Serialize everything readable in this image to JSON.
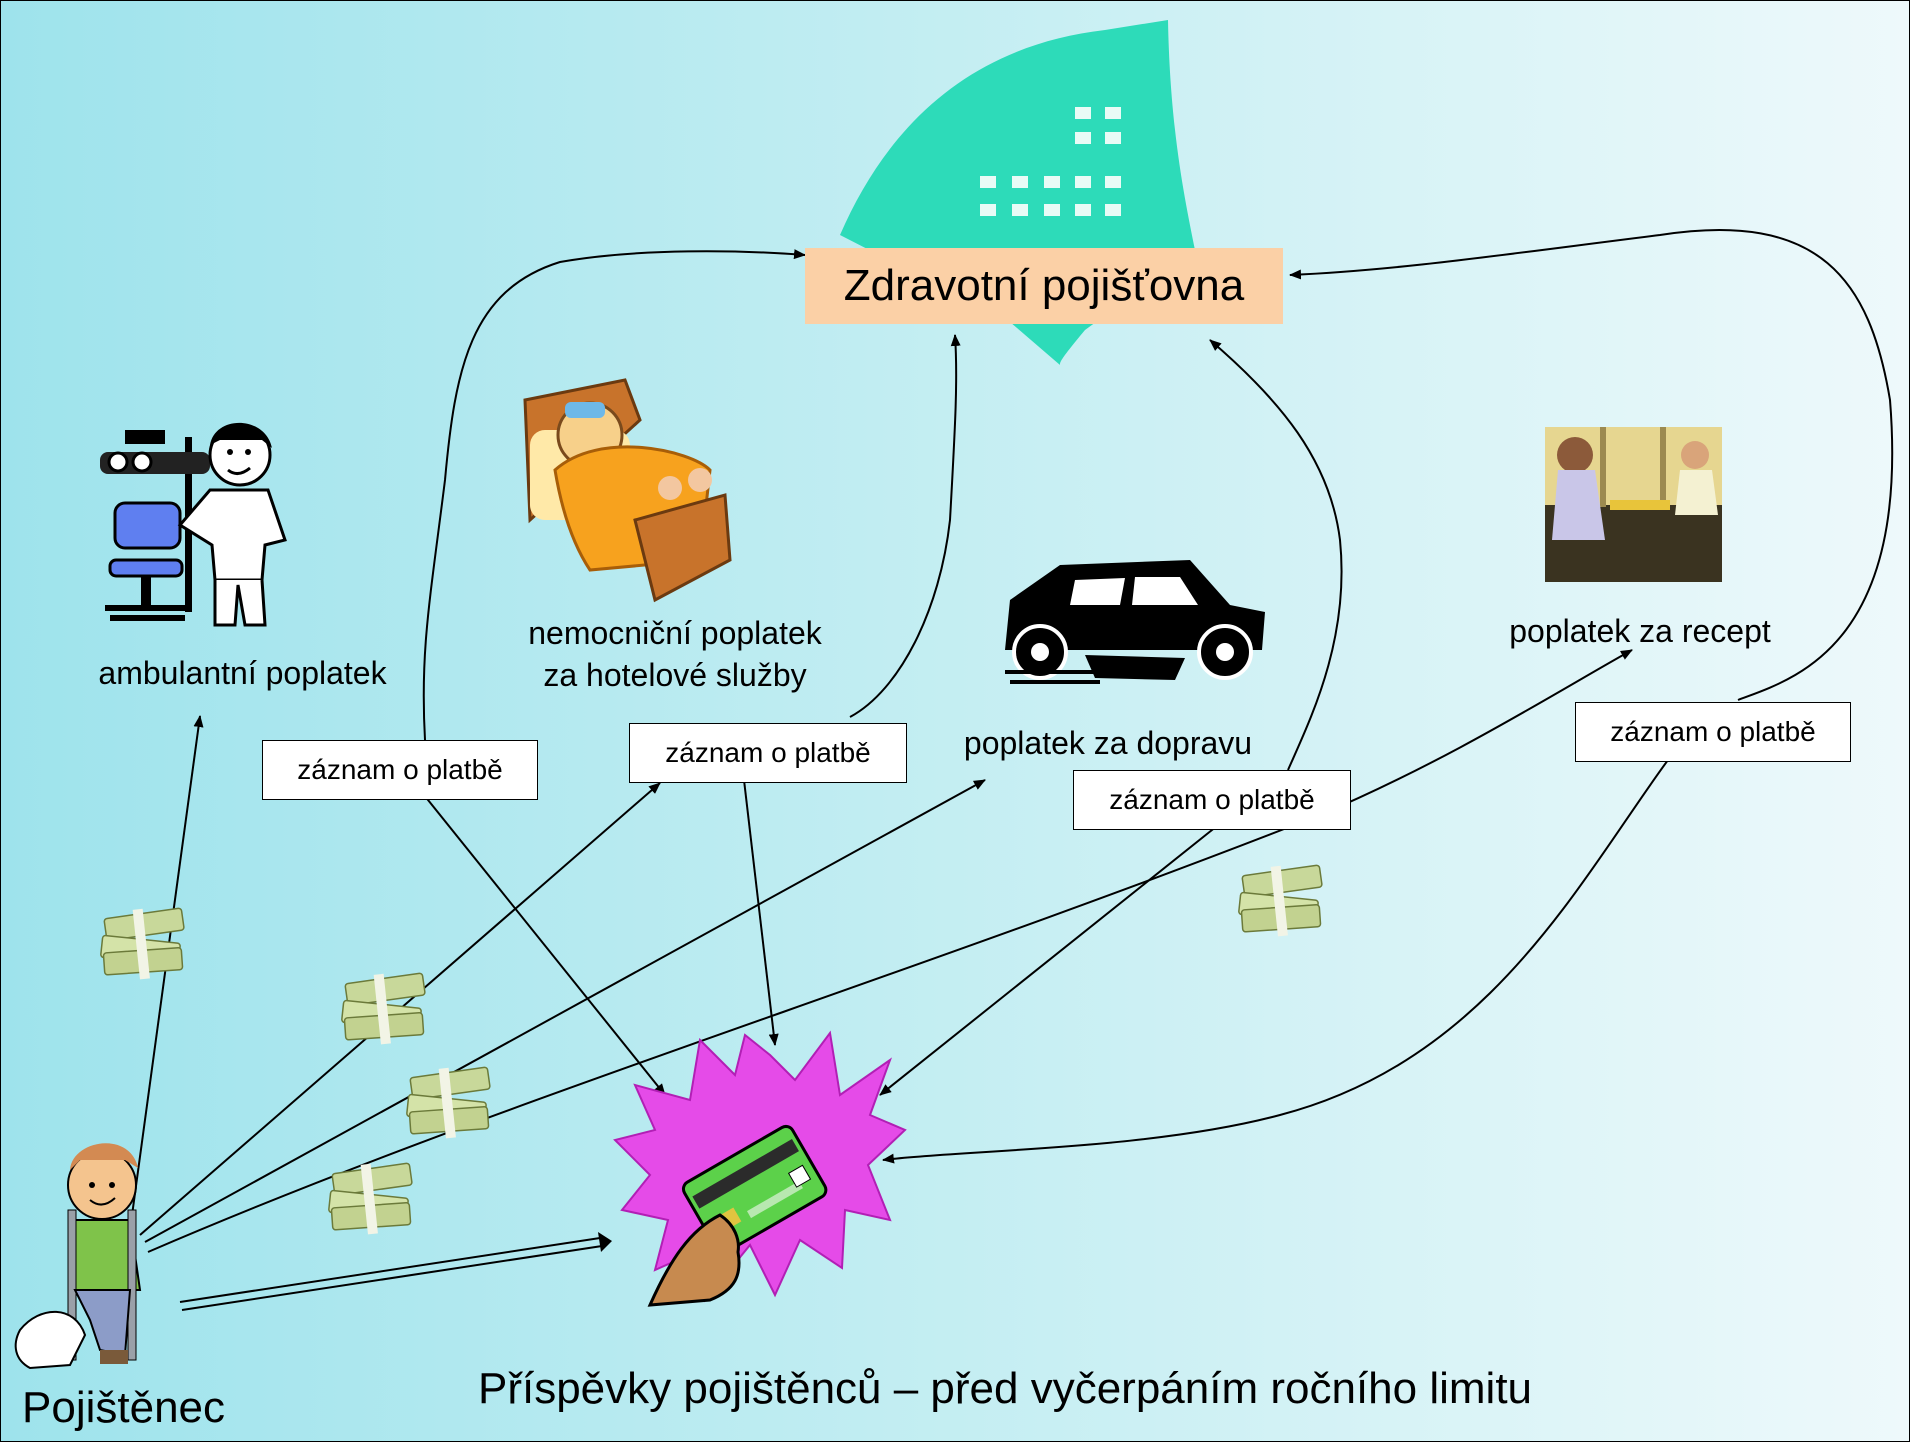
{
  "insurer": {
    "label": "Zdravotní pojišťovna"
  },
  "fees": {
    "ambulant": "ambulantní poplatek",
    "hospital_line1": "nemocniční poplatek",
    "hospital_line2": "za hotelové služby",
    "transport": "poplatek za dopravu",
    "prescription": "poplatek za recept"
  },
  "payment_record_label": "záznam o platbě",
  "insured": {
    "label": "Pojištěnec"
  },
  "caption": "Příspěvky pojištěnců – před vyčerpáním ročního limitu",
  "colors": {
    "bg_left": "#9EE3EC",
    "bg_right": "#EEF9FB",
    "building": "#2DDBB9",
    "insurer_box": "#FBD0A6",
    "starburst": "#E54BE8",
    "card": "#5CD14A"
  }
}
